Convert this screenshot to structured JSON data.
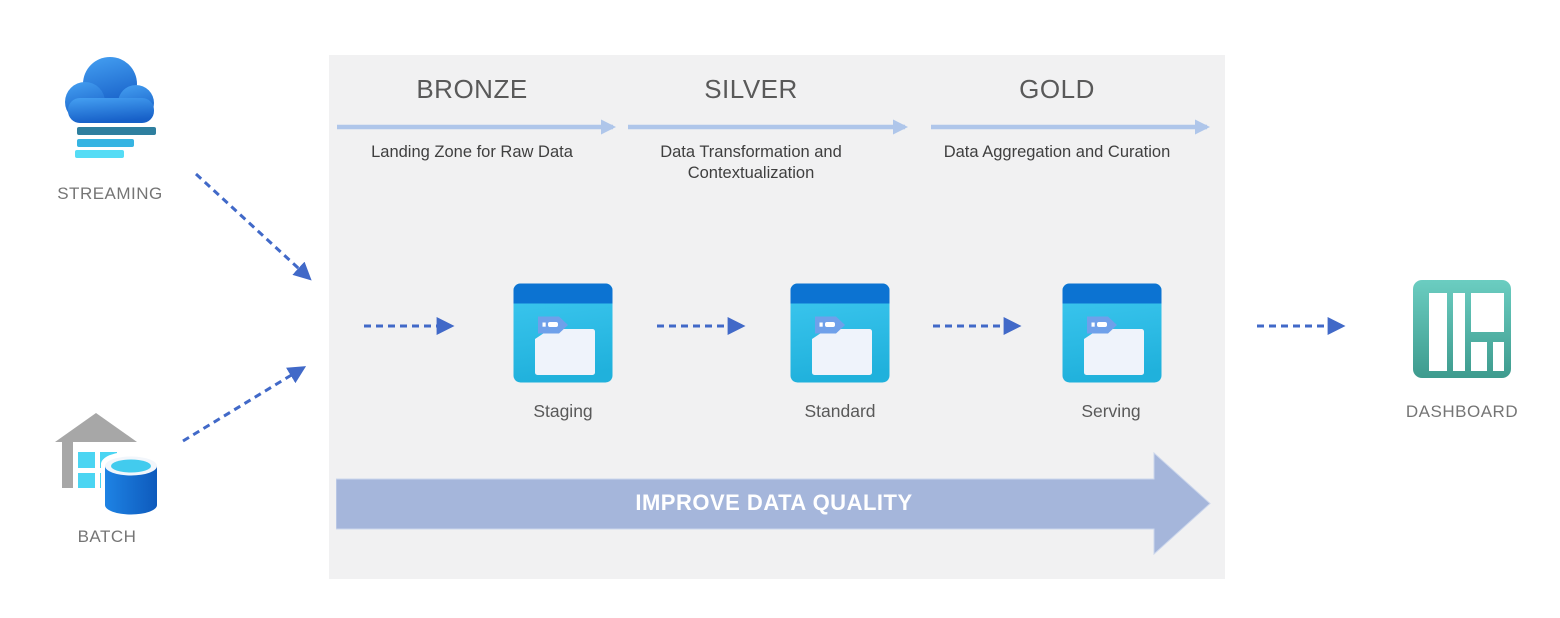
{
  "sources": [
    {
      "label": "STREAMING",
      "icon": "streaming-cloud-icon"
    },
    {
      "label": "BATCH",
      "icon": "batch-warehouse-icon"
    }
  ],
  "stages": [
    {
      "name": "BRONZE",
      "description": "Landing Zone for Raw Data",
      "store": "Staging"
    },
    {
      "name": "SILVER",
      "description": "Data Transformation and Contextualization",
      "store": "Standard"
    },
    {
      "name": "GOLD",
      "description": "Data Aggregation and Curation",
      "store": "Serving"
    }
  ],
  "banner": {
    "label": "IMPROVE DATA QUALITY"
  },
  "output": {
    "label": "DASHBOARD",
    "icon": "dashboard-icon"
  },
  "colors": {
    "dashed_arrow": "#4169C8",
    "stage_arrow": "#AFC6EA",
    "banner_arrow": "#A5B6DB",
    "panel_background": "#F1F1F2",
    "folder_top_bar": "#0C73D2",
    "folder_body": "#2FBFE8",
    "folder_tab": "#6FA0EA",
    "dashboard_teal": "#4AAE9F",
    "heading_text": "#595959",
    "body_text": "#3F3F3F",
    "label_text": "#757575"
  }
}
